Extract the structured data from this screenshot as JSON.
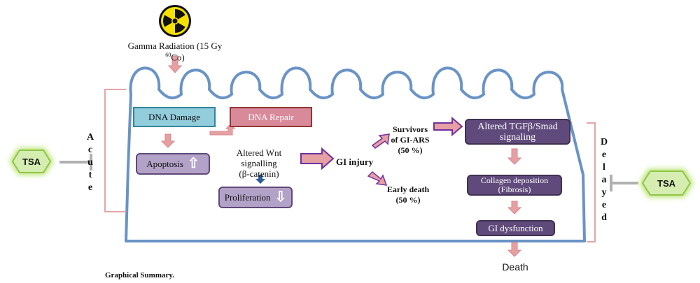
{
  "source": {
    "label_main": "Gamma Radiation (15 Gy ",
    "isotope_mass": "60",
    "isotope": "Co)",
    "icon": "radiation-icon"
  },
  "phases": {
    "acute": [
      "A",
      "c",
      "u",
      "t",
      "e"
    ],
    "delayed": [
      "D",
      "e",
      "l",
      "a",
      "y",
      "e",
      "d"
    ]
  },
  "inhibitor": {
    "left": "TSA",
    "right": "TSA"
  },
  "acute_nodes": {
    "dna_damage": "DNA Damage",
    "dna_repair": "DNA Repair",
    "apoptosis": "Apoptosis",
    "wnt": [
      "Altered Wnt",
      "signalling",
      "(β-catenin)"
    ],
    "proliferation": "Proliferation"
  },
  "outcomes": {
    "gi_injury": "GI injury",
    "survivors": [
      "Survivors",
      "of GI-ARS",
      "(50 %)"
    ],
    "early_death": [
      "Early death",
      "(50 %)"
    ]
  },
  "delayed_nodes": {
    "tgf": [
      "Altered TGFβ/Smad",
      "signaling"
    ],
    "collagen": [
      "Collagen deposition",
      "(Fibrosis)"
    ],
    "gi_dysfunction": "GI dysfunction",
    "death": "Death"
  },
  "caption": "Graphical Summary.",
  "colors": {
    "villi": "#6A93C6",
    "arrow": "#E6A0A4",
    "purple": "#5F497A",
    "lilac": "#B3A2C7",
    "teal": "#92CDDC",
    "rose": "#D8899A"
  }
}
